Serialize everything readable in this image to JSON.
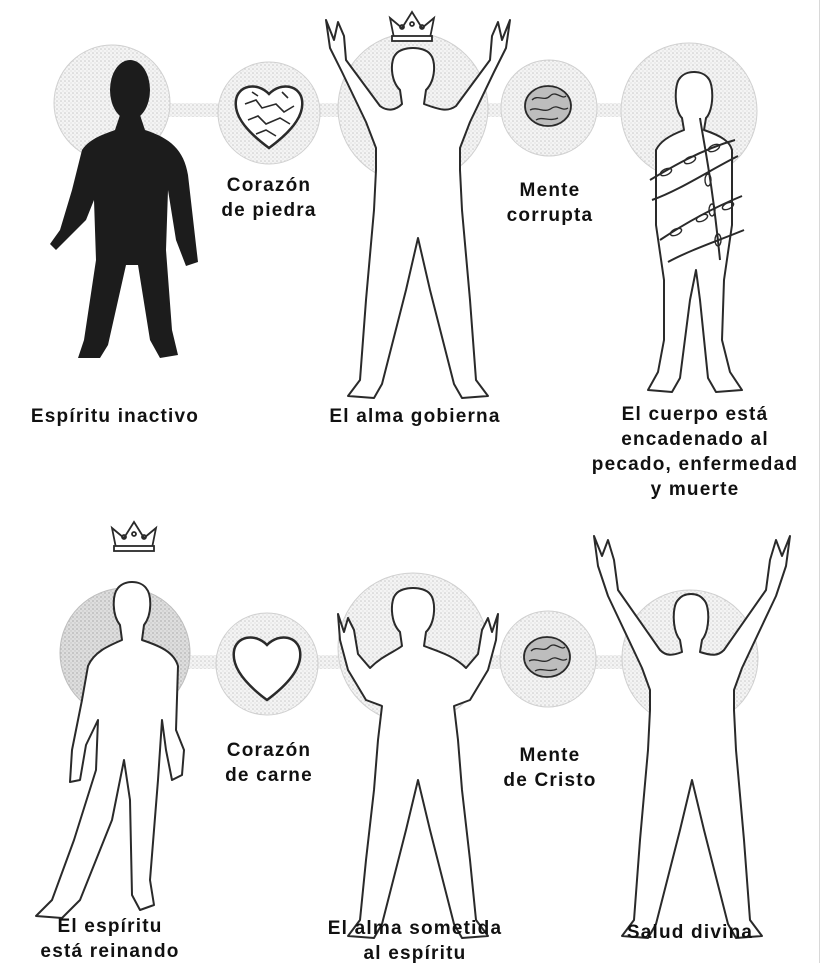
{
  "colors": {
    "silhouette": "#1c1c1c",
    "outline": "#2a2a2a",
    "halo": "#e9e9e9",
    "halo_dark": "#cfcfcf",
    "text": "#111111"
  },
  "top_row": {
    "body1": {
      "label": "Espíritu inactivo",
      "state": "dark-silhouette"
    },
    "heart": {
      "label_line1": "Corazón",
      "label_line2": "de piedra",
      "icon": "stone-heart-icon"
    },
    "body2": {
      "label": "El alma gobierna",
      "icon": "crown-icon",
      "pose": "arms-raised"
    },
    "mind": {
      "label_line1": "Mente",
      "label_line2": "corrupta",
      "icon": "brain-icon"
    },
    "body3": {
      "line1": "El cuerpo está",
      "line2": "encadenado al",
      "line3": "pecado, enfermedad",
      "line4": "y muerte",
      "icon": "chains-icon"
    }
  },
  "bottom_row": {
    "body1": {
      "line1": "El espíritu",
      "line2": "está reinando",
      "icon": "crown-icon",
      "state": "spirit-halo"
    },
    "heart": {
      "label_line1": "Corazón",
      "label_line2": "de carne",
      "icon": "heart-icon"
    },
    "body2": {
      "line1": "El alma sometida",
      "line2": "al espíritu",
      "pose": "arms-open"
    },
    "mind": {
      "label_line1": "Mente",
      "label_line2": "de Cristo",
      "icon": "brain-icon"
    },
    "body3": {
      "label": "Salud divina",
      "pose": "arms-raised"
    }
  }
}
